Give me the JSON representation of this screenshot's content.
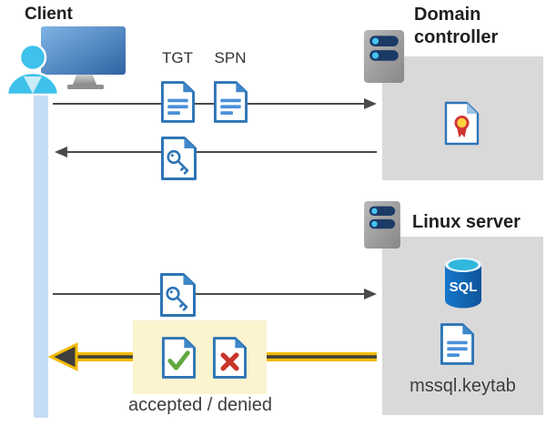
{
  "client": {
    "label": "Client"
  },
  "domain_controller": {
    "label": "Domain controller"
  },
  "linux_server": {
    "label": "Linux server",
    "sql_label": "SQL",
    "keytab_label": "mssql.keytab"
  },
  "flow": {
    "tgt_label": "TGT",
    "spn_label": "SPN",
    "result_label": "accepted / denied"
  },
  "icons": {
    "client": "user-at-monitor-icon",
    "server": "rack-server-icon",
    "ticket_document": "document-icon",
    "service_ticket": "key-document-icon",
    "certificate": "certificate-document-icon",
    "sql_database": "sql-database-icon",
    "accepted": "check-document-icon",
    "denied": "cross-document-icon"
  },
  "colors": {
    "heading_text": "#1f1f1f",
    "body_text": "#3d3d3d",
    "box_gray": "#d9d9d9",
    "highlight_yellow": "#fcf3cf",
    "timeline_blue": "#c6ddf7",
    "arrow_gray": "#4a4a4a",
    "accent_yellow": "#f1ba00",
    "doc_blue": "#2e75b6",
    "doc_line_blue": "#4a90d9",
    "check_green": "#62a83e",
    "cross_red": "#c9352b"
  }
}
